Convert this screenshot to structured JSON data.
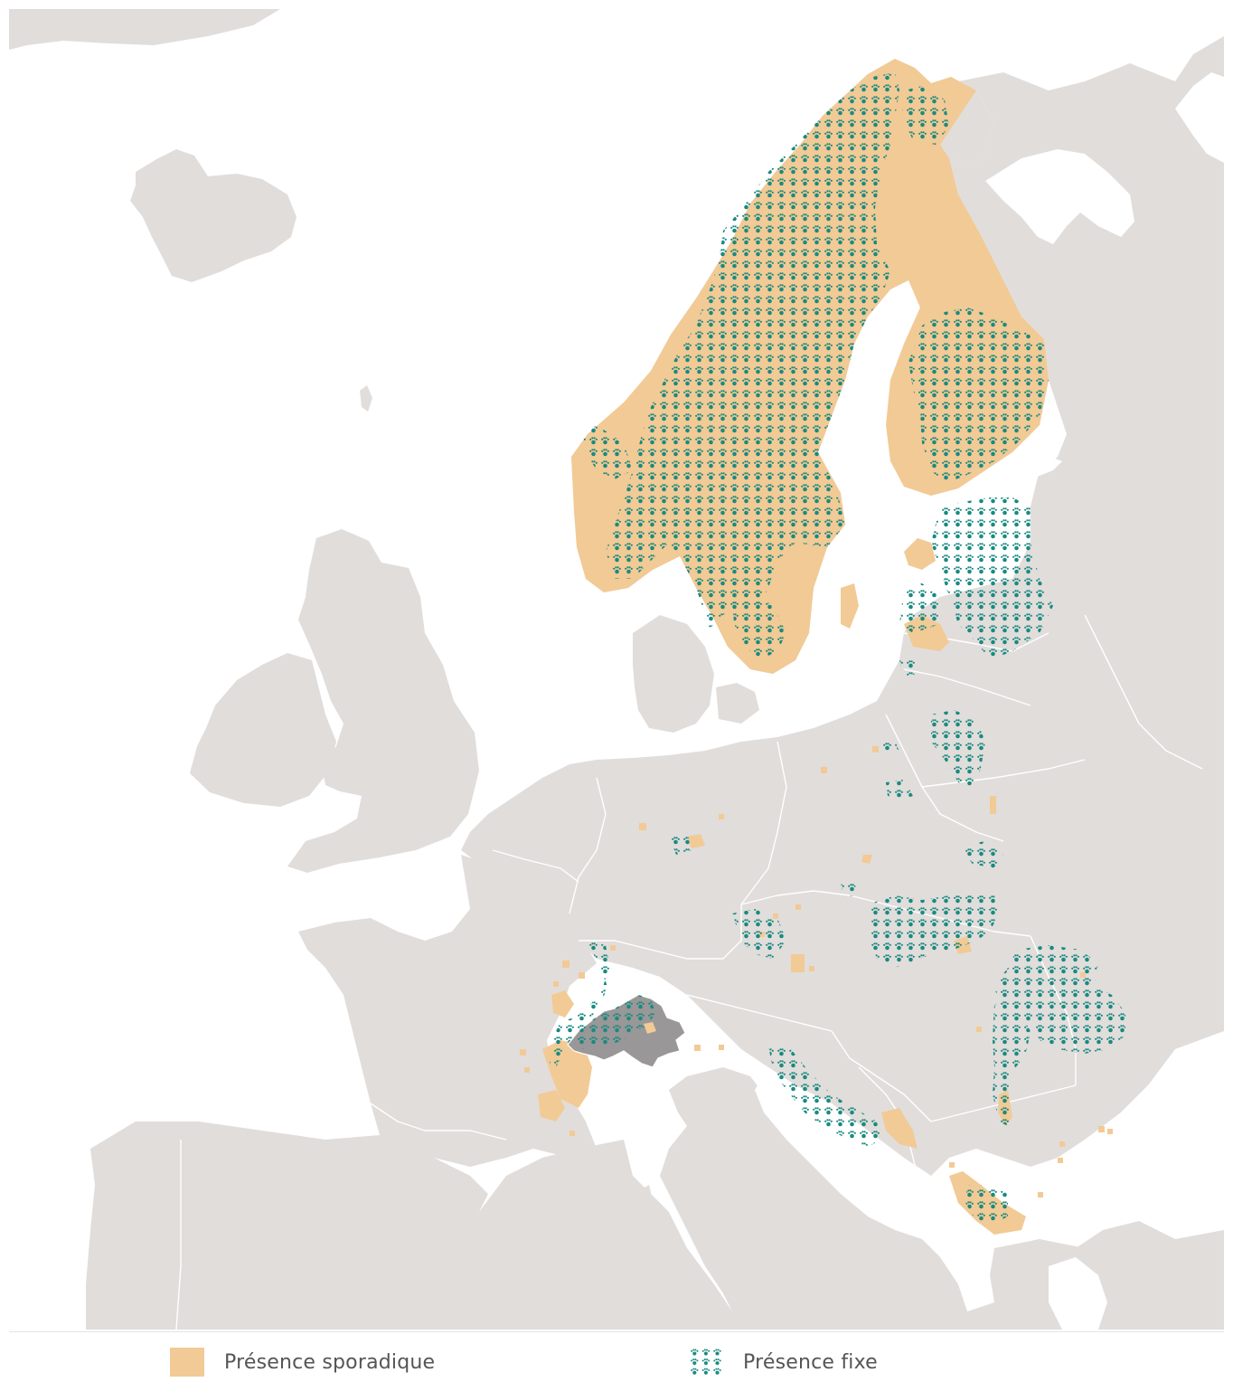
{
  "map": {
    "colors": {
      "land": "#e1dddb",
      "water": "#ffffff",
      "sporadic": "#f2ca95",
      "fixed": "#1a8a80",
      "highlight_country": "#999797"
    },
    "highlighted_country": "switzerland"
  },
  "legend": {
    "sporadic_label": "Présence sporadique",
    "fixed_label": "Présence fixe"
  }
}
